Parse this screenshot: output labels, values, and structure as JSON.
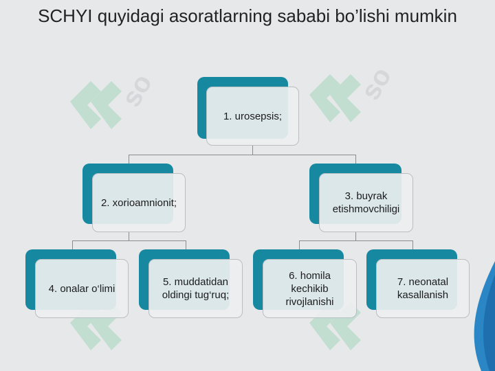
{
  "title": "SCHYI quyidagi asoratlarning sababi bo’lishi mumkin",
  "nodes": {
    "n1": "1. urosepsis;",
    "n2": "2. xorioamnionit;",
    "n3": "3. buyrak etishmovchiligi",
    "n4": "4. onalar o‘limi",
    "n5": "5. muddatidan oldingi tug‘ruq;",
    "n6": "6. homila kechikib rivojlanishi",
    "n7": "7. neonatal kasallanish"
  },
  "edges": [
    [
      "n1",
      "n2"
    ],
    [
      "n1",
      "n3"
    ],
    [
      "n2",
      "n4"
    ],
    [
      "n2",
      "n5"
    ],
    [
      "n3",
      "n6"
    ],
    [
      "n3",
      "n7"
    ]
  ],
  "colors": {
    "accent": "#1689a0",
    "box": "#eceef0",
    "background": "#e7e8ea"
  },
  "watermark_icon": "logo-watermark-icon"
}
